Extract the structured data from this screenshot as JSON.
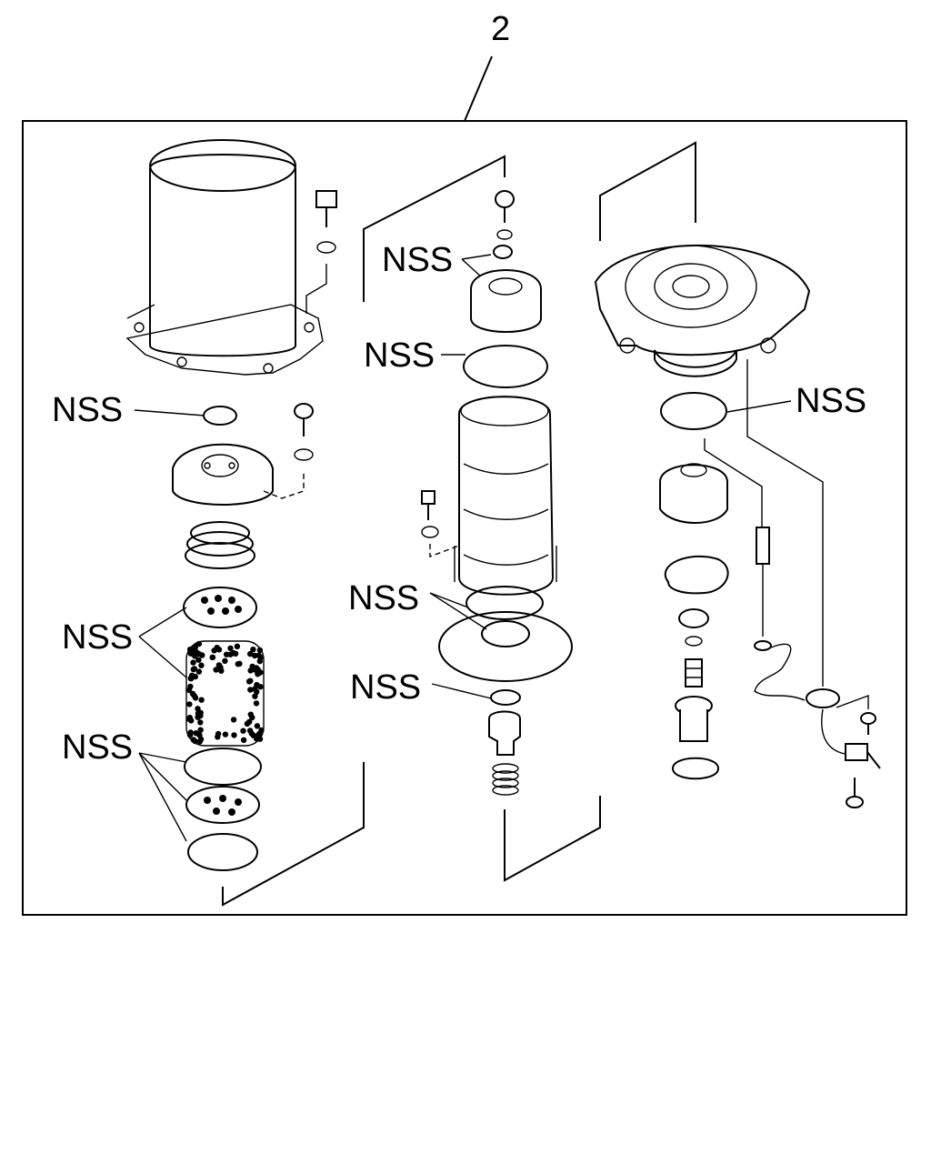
{
  "diagram": {
    "callout_number": "2",
    "labels": {
      "top_cap_seal": "NSS",
      "center_oring": "NSS",
      "cover_seal": "NSS",
      "right_oring": "NSS",
      "screen_pack": "NSS",
      "desiccant_seals": "NSS",
      "center_lower_seals": "NSS",
      "valve_seal": "NSS"
    }
  }
}
